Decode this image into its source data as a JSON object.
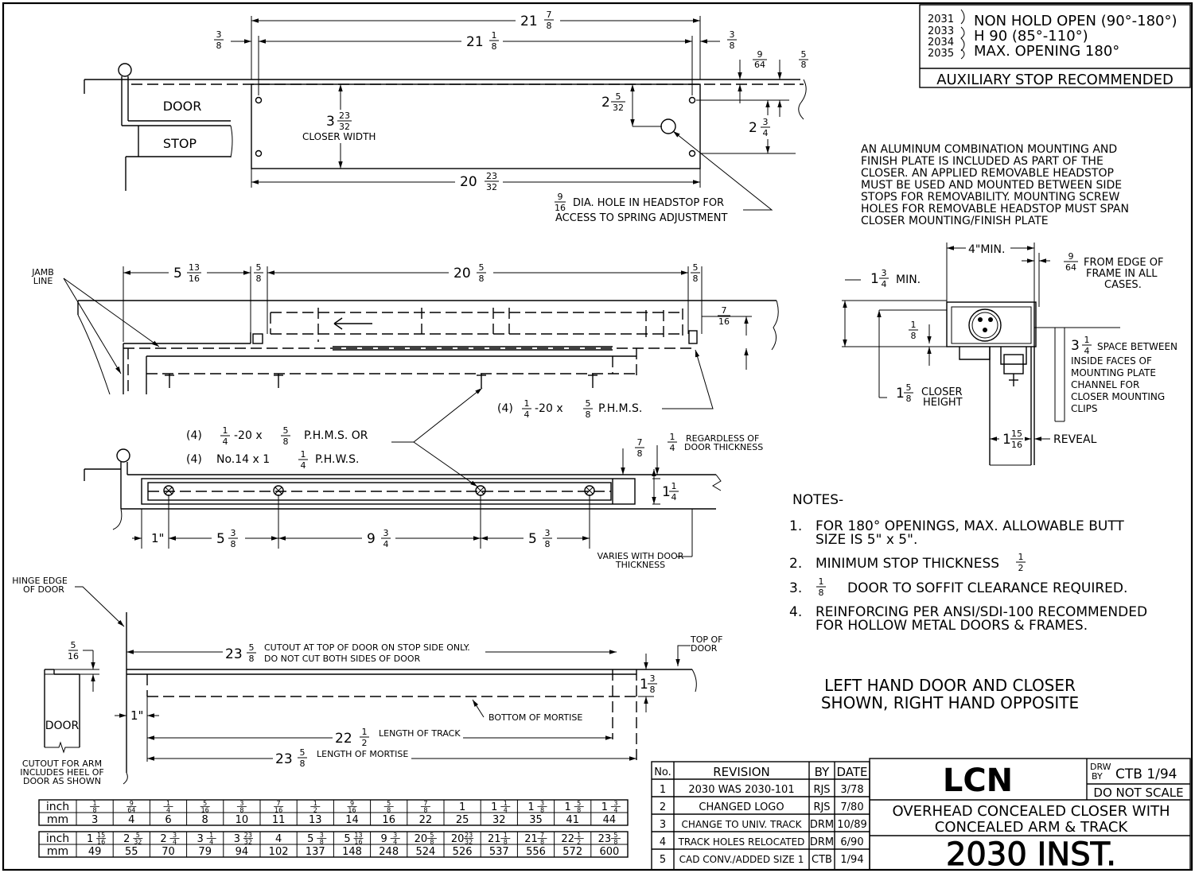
{
  "notice": {
    "models": [
      "2031",
      "2033",
      "2034",
      "2035"
    ],
    "lines": [
      "NON HOLD OPEN (90°-180°)",
      "H 90 (85°-110°)",
      "MAX. OPENING 180°"
    ],
    "footer": "AUXILIARY STOP RECOMMENDED"
  },
  "plate_note": [
    "AN ALUMINUM COMBINATION MOUNTING AND",
    "FINISH PLATE IS INCLUDED AS PART OF THE",
    "CLOSER. AN APPLIED REMOVABLE HEADSTOP",
    "MUST BE USED AND MOUNTED BETWEEN SIDE",
    "STOPS FOR REMOVABILITY. MOUNTING SCREW",
    "HOLES FOR REMOVABLE HEADSTOP MUST SPAN",
    "CLOSER MOUNTING/FINISH PLATE"
  ],
  "top_view": {
    "door": "DOOR",
    "stop": "STOP",
    "overall": "21",
    "overall_frac": [
      "7",
      "8"
    ],
    "holes": "21",
    "holes_frac": [
      "1",
      "8"
    ],
    "left_off": [
      "3",
      "8"
    ],
    "right_off": [
      "3",
      "8"
    ],
    "small_a": [
      "9",
      "64"
    ],
    "small_b": [
      "5",
      "8"
    ],
    "width_whole": "3",
    "width_frac": [
      "23",
      "32"
    ],
    "width_label": "CLOSER WIDTH",
    "hole_dim_whole": "2",
    "hole_dim_frac": [
      "5",
      "32"
    ],
    "right_dim_whole": "2",
    "right_dim_frac": [
      "3",
      "4"
    ],
    "body_whole": "20",
    "body_frac": [
      "23",
      "32"
    ],
    "hole_note_frac": [
      "9",
      "16"
    ],
    "hole_note_1": "DIA. HOLE IN HEADSTOP FOR",
    "hole_note_2": "ACCESS TO SPRING ADJUSTMENT"
  },
  "section_view": {
    "jamb": [
      "JAMB",
      "LINE"
    ],
    "left_whole": "5",
    "left_frac": [
      "13",
      "16"
    ],
    "l_small": [
      "5",
      "8"
    ],
    "mid_whole": "20",
    "mid_frac": [
      "5",
      "8"
    ],
    "r_small": [
      "5",
      "8"
    ],
    "right_v": [
      "7",
      "16"
    ],
    "screw_a_qty": "(4)",
    "screw_a_frac": [
      "1",
      "4"
    ],
    "screw_a_mid": "-20 x",
    "screw_a_frac2": [
      "5",
      "8"
    ],
    "screw_a_end": "P.H.M.S.",
    "screw_b_qty": "(4)",
    "screw_b_frac": [
      "1",
      "4"
    ],
    "screw_b_mid": "-20 x",
    "screw_b_frac2": [
      "5",
      "8"
    ],
    "screw_b_end": "P.H.M.S. OR",
    "screw_c_qty": "(4)",
    "screw_c_mid": "No.14 x 1",
    "screw_c_frac": [
      "1",
      "4"
    ],
    "screw_c_end": "P.H.W.S."
  },
  "track_view": {
    "a": [
      "7",
      "8"
    ],
    "b": [
      "1",
      "4"
    ],
    "regardless": [
      "REGARDLESS OF",
      "DOOR THICKNESS"
    ],
    "thick_whole": "1",
    "thick_frac": [
      "1",
      "4"
    ],
    "d1": "1\"",
    "d2_whole": "5",
    "d2_frac": [
      "3",
      "8"
    ],
    "d3_whole": "9",
    "d3_frac": [
      "3",
      "4"
    ],
    "d4_whole": "5",
    "d4_frac": [
      "3",
      "8"
    ],
    "varies": [
      "VARIES WITH DOOR",
      "THICKNESS"
    ]
  },
  "mortise_view": {
    "hinge": [
      "HINGE EDGE",
      "OF DOOR"
    ],
    "top_of_door": [
      "TOP OF",
      "DOOR"
    ],
    "top_frac": [
      "5",
      "16"
    ],
    "door": "DOOR",
    "cutout_whole": "23",
    "cutout_frac": [
      "5",
      "8"
    ],
    "cutout_1": "CUTOUT AT TOP OF DOOR ON STOP SIDE ONLY.",
    "cutout_2": "DO NOT CUT BOTH SIDES OF DOOR",
    "depth_whole": "1",
    "depth_frac": [
      "3",
      "8"
    ],
    "edge_off": "1\"",
    "bottom": "BOTTOM OF MORTISE",
    "track_whole": "22",
    "track_frac": [
      "1",
      "2"
    ],
    "track_label": "LENGTH OF TRACK",
    "mort_whole": "23",
    "mort_frac": [
      "5",
      "8"
    ],
    "mort_label": "LENGTH OF MORTISE",
    "arm_note": [
      "CUTOUT FOR ARM",
      "INCLUDES HEEL OF",
      "DOOR AS SHOWN"
    ]
  },
  "frame_view": {
    "min4": "4\"MIN.",
    "min_whole": "1",
    "min_frac": [
      "3",
      "4"
    ],
    "min_label": "MIN.",
    "edge_frac": [
      "9",
      "64"
    ],
    "edge_note": [
      "FROM EDGE OF",
      "FRAME IN ALL",
      "CASES."
    ],
    "clear_frac": [
      "1",
      "8"
    ],
    "space_whole": "3",
    "space_frac": [
      "1",
      "4"
    ],
    "space_note": [
      "SPACE BETWEEN",
      "INSIDE FACES OF",
      "MOUNTING PLATE",
      "CHANNEL FOR",
      "CLOSER MOUNTING",
      "CLIPS"
    ],
    "height_whole": "1",
    "height_frac": [
      "5",
      "8"
    ],
    "height_label": [
      "CLOSER",
      "HEIGHT"
    ],
    "reveal_whole": "1",
    "reveal_frac": [
      "15",
      "16"
    ],
    "reveal_label": "REVEAL"
  },
  "notes": {
    "title": "NOTES-",
    "n1": [
      "1.",
      "FOR 180° OPENINGS, MAX. ALLOWABLE BUTT",
      "SIZE IS 5\" x 5\"."
    ],
    "n2": [
      "2.",
      "MINIMUM STOP THICKNESS"
    ],
    "n2_frac": [
      "1",
      "2"
    ],
    "n3": [
      "3."
    ],
    "n3_frac": [
      "1",
      "8"
    ],
    "n3_text": "DOOR TO SOFFIT CLEARANCE REQUIRED.",
    "n4": [
      "4.",
      "REINFORCING PER ANSI/SDI-100 RECOMMENDED",
      "FOR HOLLOW METAL DOORS & FRAMES."
    ]
  },
  "hand_note": [
    "LEFT HAND DOOR AND CLOSER",
    "SHOWN, RIGHT HAND OPPOSITE"
  ],
  "conversion": {
    "row_labels": [
      "inch",
      "mm"
    ],
    "t1_inch": [
      [
        "1",
        "8"
      ],
      [
        "9",
        "64"
      ],
      [
        "1",
        "4"
      ],
      [
        "5",
        "16"
      ],
      [
        "3",
        "8"
      ],
      [
        "7",
        "16"
      ],
      [
        "1",
        "2"
      ],
      [
        "9",
        "16"
      ],
      [
        "5",
        "8"
      ],
      [
        "7",
        "8"
      ],
      [
        "1",
        "",
        ""
      ],
      [
        "1",
        "1",
        "4"
      ],
      [
        "1",
        "3",
        "8"
      ],
      [
        "1",
        "5",
        "8"
      ],
      [
        "1",
        "3",
        "4"
      ]
    ],
    "t1_mm": [
      "3",
      "4",
      "6",
      "8",
      "10",
      "11",
      "13",
      "14",
      "16",
      "22",
      "25",
      "32",
      "35",
      "41",
      "44"
    ],
    "t2_inch": [
      [
        "1",
        "15",
        "16"
      ],
      [
        "2",
        "5",
        "32"
      ],
      [
        "2",
        "3",
        "4"
      ],
      [
        "3",
        "1",
        "4"
      ],
      [
        "3",
        "23",
        "32"
      ],
      [
        "4",
        "",
        ""
      ],
      [
        "5",
        "3",
        "8"
      ],
      [
        "5",
        "13",
        "16"
      ],
      [
        "9",
        "3",
        "4"
      ],
      [
        "20",
        "5",
        "8"
      ],
      [
        "20",
        "23",
        "32"
      ],
      [
        "21",
        "1",
        "8"
      ],
      [
        "21",
        "7",
        "8"
      ],
      [
        "22",
        "1",
        "2"
      ],
      [
        "23",
        "5",
        "8"
      ]
    ],
    "t2_mm": [
      "49",
      "55",
      "70",
      "79",
      "94",
      "102",
      "137",
      "148",
      "248",
      "524",
      "526",
      "537",
      "556",
      "572",
      "600"
    ]
  },
  "revisions": {
    "headers": [
      "No.",
      "REVISION",
      "BY",
      "DATE"
    ],
    "rows": [
      [
        "1",
        "2030 WAS 2030-101",
        "RJS",
        "3/78"
      ],
      [
        "2",
        "CHANGED LOGO",
        "RJS",
        "7/80"
      ],
      [
        "3",
        "CHANGE TO UNIV. TRACK",
        "DRM",
        "10/89"
      ],
      [
        "4",
        "TRACK HOLES RELOCATED",
        "DRM",
        "6/90"
      ],
      [
        "5",
        "CAD CONV./ADDED SIZE 1",
        "CTB",
        "1/94"
      ]
    ]
  },
  "title_block": {
    "logo": "LCN",
    "drw_by": [
      "DRW",
      "BY"
    ],
    "drawn": "CTB 1/94",
    "scale": "DO NOT SCALE",
    "title": [
      "OVERHEAD CONCEALED CLOSER WITH",
      "CONCEALED ARM & TRACK"
    ],
    "number": "2030 INST."
  }
}
